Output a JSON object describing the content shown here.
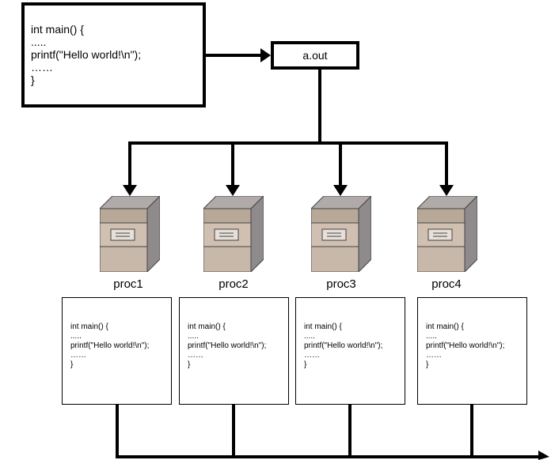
{
  "source": {
    "lines": [
      "int main() {",
      ".....",
      "printf(\"Hello world!\\n\");",
      "……",
      "}"
    ]
  },
  "binary": {
    "label": "a.out"
  },
  "processes": [
    {
      "label": "proc1",
      "code": [
        "int main() {",
        ".....",
        "printf(\"Hello world!\\n\");",
        "……",
        "}"
      ]
    },
    {
      "label": "proc2",
      "code": [
        "int main() {",
        ".....",
        "printf(\"Hello world!\\n\");",
        "……",
        "}"
      ]
    },
    {
      "label": "proc3",
      "code": [
        "int main() {",
        ".....",
        "printf(\"Hello world!\\n\");",
        "……",
        "}"
      ]
    },
    {
      "label": "proc4",
      "code": [
        "int main() {",
        ".....",
        "printf(\"Hello world!\\n\");",
        "……",
        "}"
      ]
    }
  ],
  "colors": {
    "line": "#000000",
    "server_front": "#c8b8aa",
    "server_side": "#8f8a8c",
    "server_top": "#b0aaa8"
  },
  "icons": {
    "server": "server-tower-icon"
  }
}
